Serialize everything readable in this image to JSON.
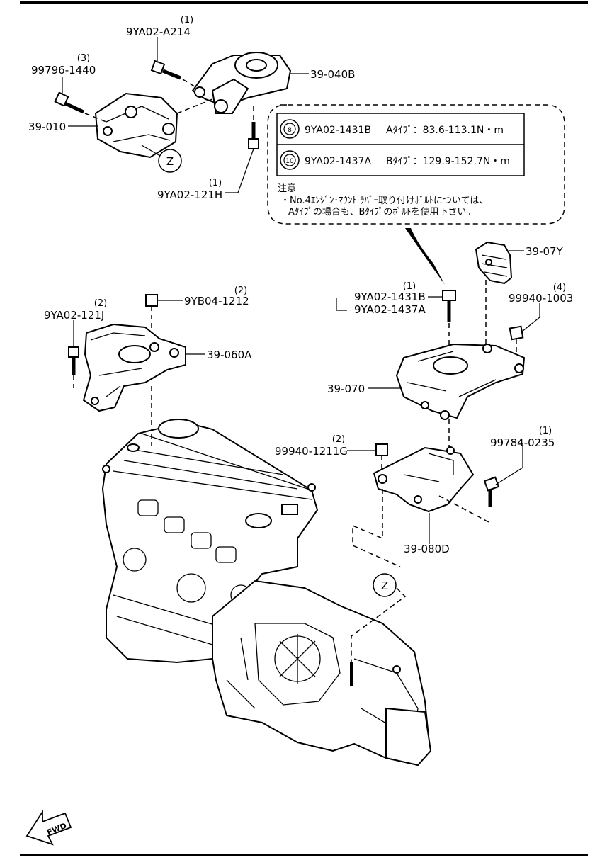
{
  "parts": [
    {
      "id": "p1",
      "label": "9YA02-A214",
      "qty": "(1)"
    },
    {
      "id": "p2",
      "label": "99796-1440",
      "qty": "(3)"
    },
    {
      "id": "p3",
      "label": "39-040B",
      "qty": ""
    },
    {
      "id": "p4",
      "label": "39-010",
      "qty": ""
    },
    {
      "id": "p5",
      "label": "9YA02-121H",
      "qty": "(1)"
    },
    {
      "id": "p6",
      "label": "39-07Y",
      "qty": ""
    },
    {
      "id": "p7",
      "label": "9YB04-1212",
      "qty": "(2)"
    },
    {
      "id": "p8",
      "label": "9YA02-121J",
      "qty": "(2)"
    },
    {
      "id": "p9",
      "label": "39-060A",
      "qty": ""
    },
    {
      "id": "p10",
      "label": "9YA02-1431B",
      "qty": "(1)"
    },
    {
      "id": "p11",
      "label": "9YA02-1437A",
      "qty": ""
    },
    {
      "id": "p12",
      "label": "99940-1003",
      "qty": "(4)"
    },
    {
      "id": "p13",
      "label": "39-070",
      "qty": ""
    },
    {
      "id": "p14",
      "label": "99940-1211G",
      "qty": "(2)"
    },
    {
      "id": "p15",
      "label": "99784-0235",
      "qty": "(1)"
    },
    {
      "id": "p16",
      "label": "39-080D",
      "qty": ""
    }
  ],
  "callout_z": "Z",
  "torque_table": [
    {
      "marker": "8",
      "part": "9YA02-1431B",
      "spec": "Aﾀｲﾌﾟ：83.6-113.1N・m"
    },
    {
      "marker": "10",
      "part": "9YA02-1437A",
      "spec": "Bﾀｲﾌﾟ：129.9-152.7N・m"
    }
  ],
  "note": {
    "title": "注意",
    "line1": "・No.4ｴﾝｼﾞﾝ･ﾏｳﾝﾄ ﾗﾊﾞｰ取り付けﾎﾞﾙﾄについては、",
    "line2": "Aﾀｲﾌﾟの場合も、Bﾀｲﾌﾟのﾎﾞﾙﾄを使用下さい。"
  },
  "fwd_label": "FWD"
}
